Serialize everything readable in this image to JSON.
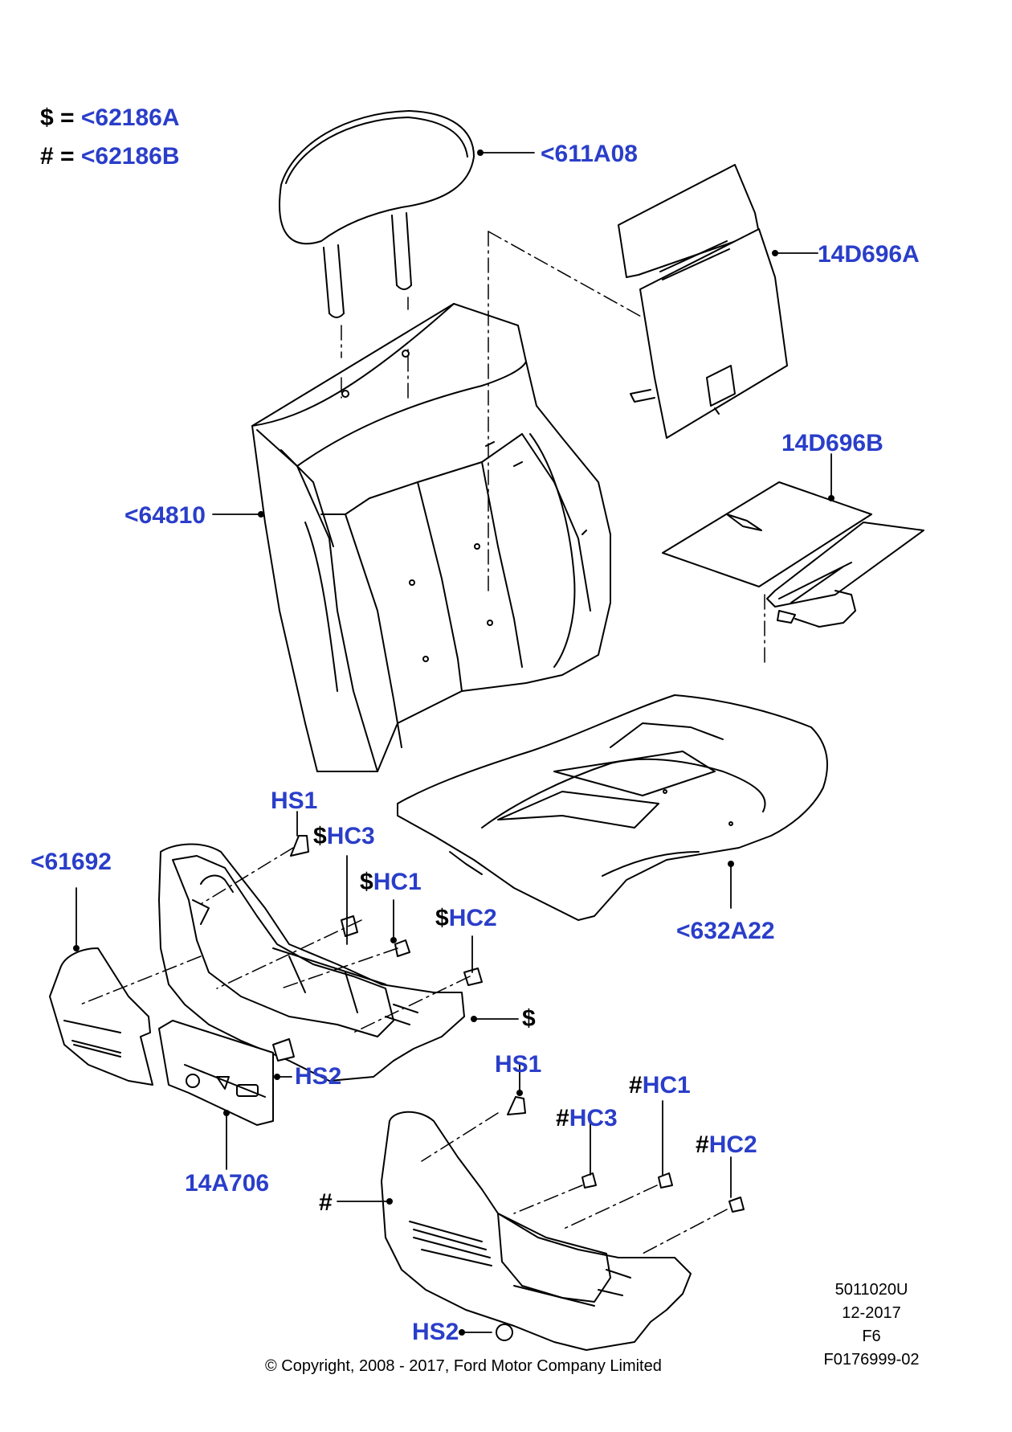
{
  "legend": [
    {
      "symbol": "$ =",
      "ref": "<62186A"
    },
    {
      "symbol": "# =",
      "ref": "<62186B"
    }
  ],
  "callouts": {
    "headrest": {
      "prefix": "",
      "ref": "<611A08"
    },
    "back_heater": {
      "prefix": "",
      "ref": "14D696A"
    },
    "cushion_heater": {
      "prefix": "",
      "ref": "14D696B"
    },
    "back_frame": {
      "prefix": "",
      "ref": "<64810"
    },
    "cushion": {
      "prefix": "",
      "ref": "<632A22"
    },
    "side_shield_left": {
      "prefix": "",
      "ref": "<61692"
    },
    "hs1_upper": {
      "prefix": "",
      "ref": "HS1"
    },
    "hc3_upper": {
      "prefix": "$",
      "ref": "HC3"
    },
    "hc1_upper": {
      "prefix": "$",
      "ref": "HC1"
    },
    "hc2_upper": {
      "prefix": "$",
      "ref": "HC2"
    },
    "shield_upper": {
      "prefix": "$",
      "ref": ""
    },
    "hs2_upper": {
      "prefix": "",
      "ref": "HS2"
    },
    "switch_bezel": {
      "prefix": "",
      "ref": "14A706"
    },
    "hs1_lower": {
      "prefix": "",
      "ref": "HS1"
    },
    "hc1_lower": {
      "prefix": "#",
      "ref": "HC1"
    },
    "hc3_lower": {
      "prefix": "#",
      "ref": "HC3"
    },
    "hc2_lower": {
      "prefix": "#",
      "ref": "HC2"
    },
    "shield_lower": {
      "prefix": "#",
      "ref": ""
    },
    "hs2_lower": {
      "prefix": "",
      "ref": "HS2"
    }
  },
  "info": {
    "lines": [
      "5011020U",
      "12-2017",
      "F6",
      "F0176999-02"
    ],
    "copyright": "© Copyright, 2008 - 2017, Ford Motor Company Limited"
  },
  "colors": {
    "ref_blue": "#2a3ec9",
    "line": "#000000"
  }
}
